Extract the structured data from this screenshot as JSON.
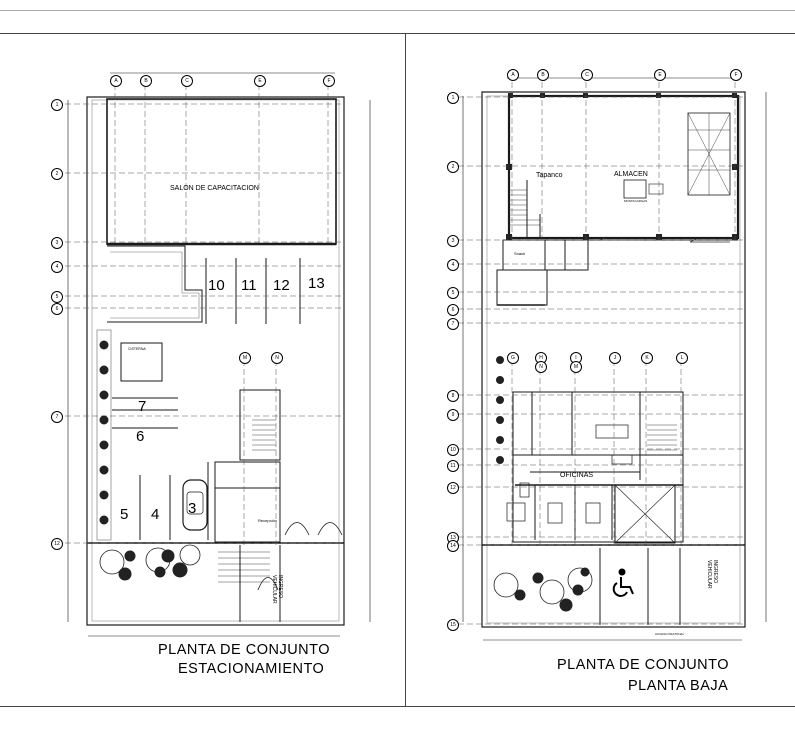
{
  "sheet": {
    "left": {
      "title": "PLANTA DE CONJUNTO",
      "subtitle": "ESTACIONAMIENTO",
      "room_labels": {
        "training_room": "SALON DE CAPACITACION",
        "cistern": "CISTERNA",
        "reception": "Recepción",
        "vehicle_entry": "INGRESO VEHICULAR"
      },
      "parking_spaces": [
        "10",
        "11",
        "12",
        "13",
        "7",
        "6",
        "5",
        "4",
        "3"
      ],
      "grid_columns": [
        "A",
        "B",
        "C",
        "E",
        "F"
      ],
      "grid_columns_inner": [
        "M",
        "N"
      ],
      "grid_rows": [
        "1",
        "2",
        "3",
        "4",
        "5",
        "6",
        "7",
        "12"
      ]
    },
    "right": {
      "title": "PLANTA DE CONJUNTO",
      "subtitle": "PLANTA BAJA",
      "room_labels": {
        "mezzanine": "Tapanco",
        "warehouse": "ALMACEN",
        "forklift": "MONTACARGAS",
        "offices": "OFICINAS",
        "snack": "Snack",
        "vehicle_entry": "INGRESO VEHICULAR",
        "sidewalk": "ACCESO PEATONAL"
      },
      "grid_columns": [
        "A",
        "B",
        "C",
        "E",
        "F"
      ],
      "grid_columns_inner": [
        "G",
        "H",
        "I",
        "J",
        "K",
        "L",
        "M",
        "N"
      ],
      "grid_rows": [
        "1",
        "2",
        "3",
        "4",
        "5",
        "6",
        "7",
        "8",
        "9",
        "10",
        "11",
        "12",
        "13",
        "14",
        "15"
      ]
    }
  },
  "colors": {
    "line": "#1a1a1a",
    "hatch": "#555555",
    "tree": "#222222"
  }
}
